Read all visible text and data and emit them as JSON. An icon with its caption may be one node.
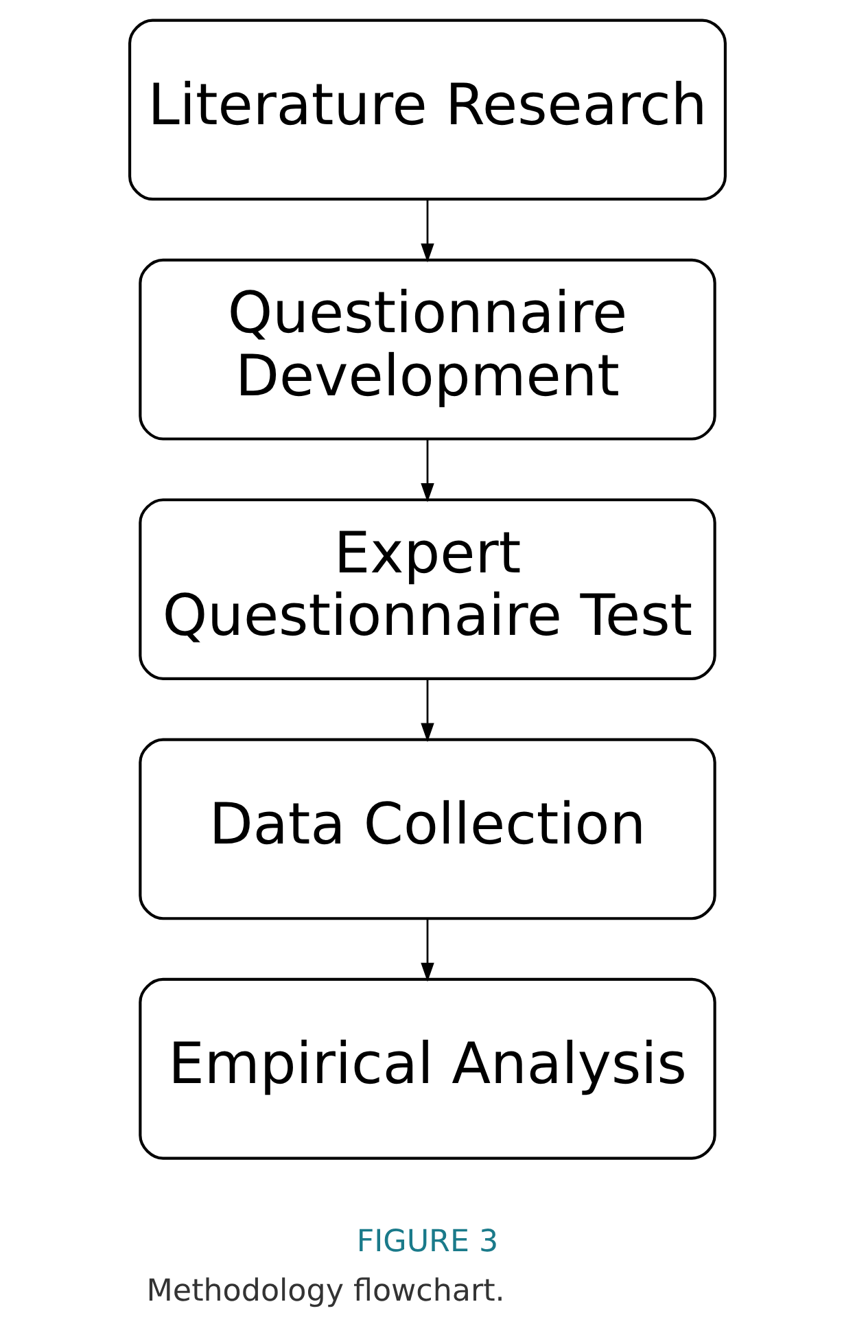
{
  "diagram": {
    "caption": "Methodology flowchart.",
    "nodes": [
      {
        "text": [
          "Literature Research"
        ]
      },
      {
        "text": [
          "Questionnaire Development"
        ]
      },
      {
        "text": [
          "Expert Questionnaire Test"
        ]
      },
      {
        "text": [
          "Data Collection"
        ]
      },
      {
        "text": [
          "Empirical Analysis"
        ]
      }
    ],
    "edges": [
      {
        "from": 0,
        "to": 1,
        "arrow": "to"
      },
      {
        "from": 1,
        "to": 2,
        "arrow": "to"
      },
      {
        "from": 2,
        "to": 3,
        "arrow": "to"
      },
      {
        "from": 3,
        "to": 4,
        "arrow": "to"
      }
    ],
    "labels": [
      "FIGURE 3"
    ]
  }
}
